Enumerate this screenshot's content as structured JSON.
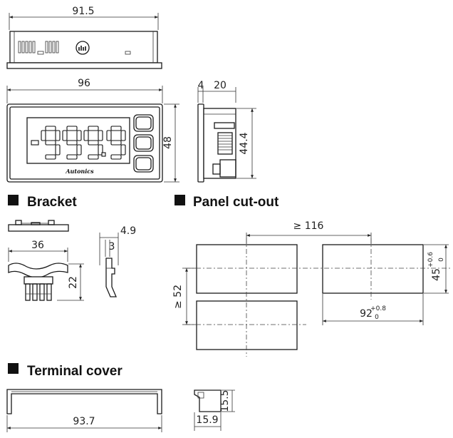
{
  "dimensions": {
    "top_width": "91.5",
    "front_width": "96",
    "front_height": "48",
    "side_depth_a": "4",
    "side_depth_b": "20",
    "side_height": "44.4",
    "bracket_width": "36",
    "bracket_height": "22",
    "bracket_side_a": "4.9",
    "bracket_side_b": "3",
    "cutout_spacing_h": "≥ 116",
    "cutout_spacing_v": "≥ 52",
    "cutout_width": "92",
    "cutout_width_tol_upper": "+0.8",
    "cutout_width_tol_lower": "0",
    "cutout_height": "45",
    "cutout_height_tol_upper": "+0.6",
    "cutout_height_tol_lower": "0",
    "cover_width": "93.7",
    "cover_depth": "15.9",
    "cover_height": "15.5"
  },
  "display": {
    "digits": [
      "-",
      "9",
      "9",
      "9",
      "9"
    ],
    "brand": "Autonics"
  },
  "sections": {
    "bracket": "Bracket",
    "panel_cutout": "Panel cut-out",
    "terminal_cover": "Terminal cover"
  }
}
